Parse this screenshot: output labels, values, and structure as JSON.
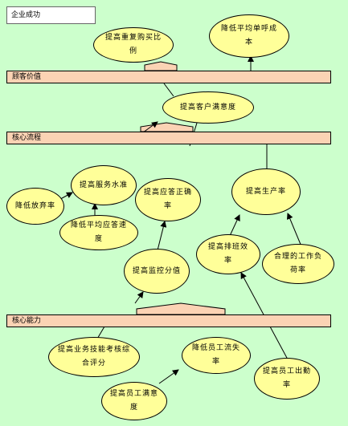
{
  "title": "企业成功",
  "bands": {
    "customer_value": "顾客价值",
    "core_process": "核心流程",
    "core_capability": "核心能力"
  },
  "nodes": {
    "repurchase_ratio": "提高重复购买比例",
    "unit_call_cost": "降低平均单呼成本",
    "customer_satisfaction": "提高客户满意度",
    "service_level": "提高服务水准",
    "abandon_rate": "降低放弃率",
    "response_accuracy": "提高应答正确率",
    "productivity": "提高生产率",
    "avg_answer_speed": "降低平均应答速度",
    "scheduling_efficiency": "提高排班效率",
    "workload_rationality": "合理的工作负荷率",
    "monitoring_score": "提高监控分值",
    "business_assessment": "提高业务技能考核综合评分",
    "staff_turnover": "降低员工流失率",
    "staff_satisfaction": "提高员工满意度",
    "staff_attendance": "提高员工出勤率"
  },
  "colors": {
    "background": "#ccffcc",
    "band_fill": "#fbd3b4",
    "node_fill": "#ffff99",
    "arrow_fill": "#fbd3b4"
  }
}
